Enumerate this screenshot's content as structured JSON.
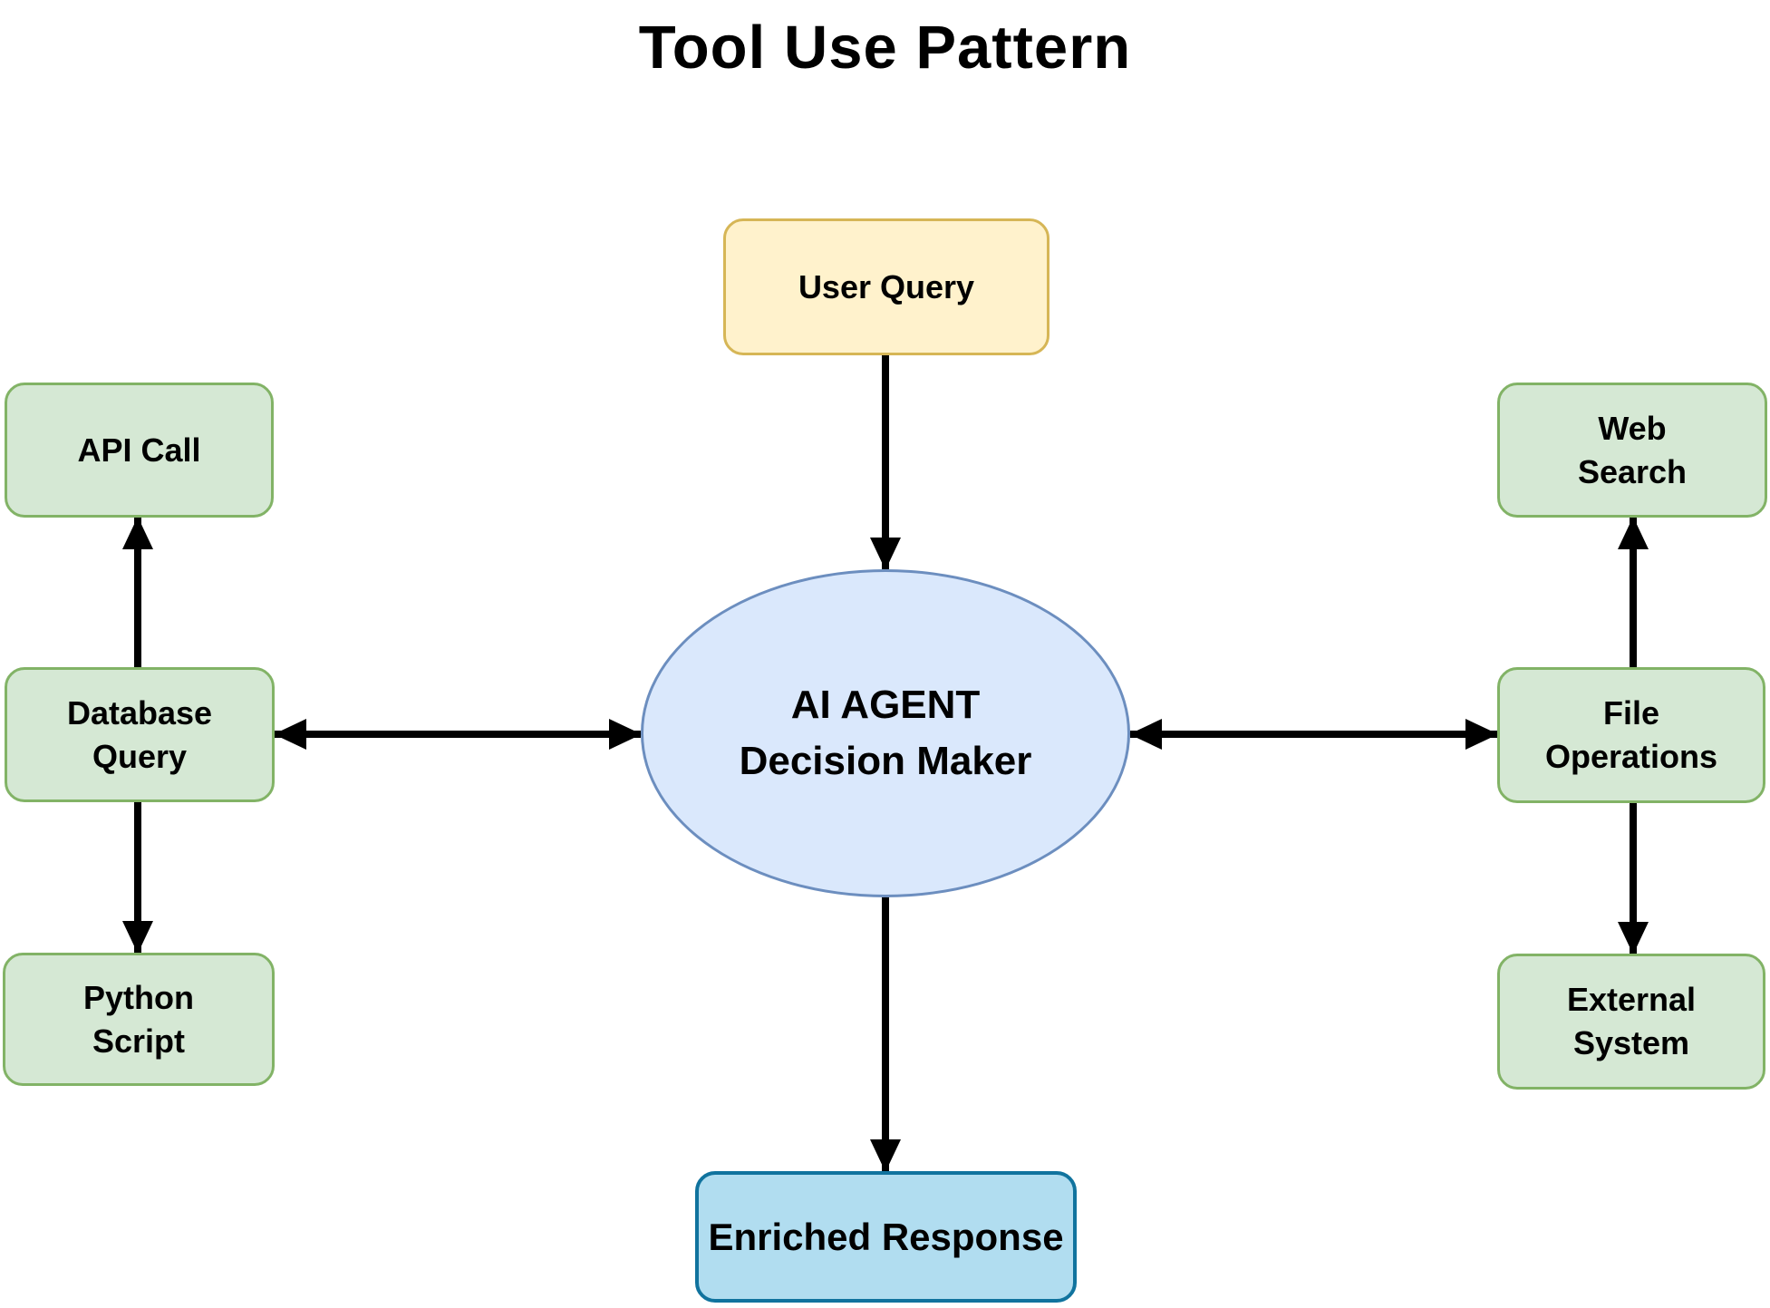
{
  "title": "Tool Use Pattern",
  "nodes": {
    "user_query": {
      "label": "User Query"
    },
    "api_call": {
      "label": "API Call"
    },
    "database_query": {
      "label": "Database\nQuery"
    },
    "python_script": {
      "label": "Python\nScript"
    },
    "web_search": {
      "label": "Web\nSearch"
    },
    "file_operations": {
      "label": "File\nOperations"
    },
    "external_system": {
      "label": "External\nSystem"
    },
    "ai_agent": {
      "label": "AI AGENT\nDecision Maker"
    },
    "enriched_response": {
      "label": "Enriched Response"
    }
  },
  "edges": [
    {
      "from": "User Query",
      "to": "AI AGENT Decision Maker",
      "type": "arrow"
    },
    {
      "from": "AI AGENT Decision Maker",
      "to": "Enriched Response",
      "type": "arrow"
    },
    {
      "from": "Database Query",
      "to": "AI AGENT Decision Maker",
      "type": "double-arrow"
    },
    {
      "from": "AI AGENT Decision Maker",
      "to": "File Operations",
      "type": "double-arrow"
    },
    {
      "from": "Database Query",
      "to": "API Call",
      "type": "arrow"
    },
    {
      "from": "Database Query",
      "to": "Python Script",
      "type": "arrow"
    },
    {
      "from": "File Operations",
      "to": "Web Search",
      "type": "arrow"
    },
    {
      "from": "File Operations",
      "to": "External System",
      "type": "arrow"
    }
  ],
  "colors": {
    "tool_fill": "#D5E8D4",
    "tool_border": "#82B366",
    "input_fill": "#FFF2CC",
    "input_border": "#D6B656",
    "agent_fill": "#DAE8FC",
    "agent_border": "#6C8EBF",
    "output_fill": "#B1DDF0",
    "output_border": "#10739E",
    "arrow": "#000000"
  }
}
